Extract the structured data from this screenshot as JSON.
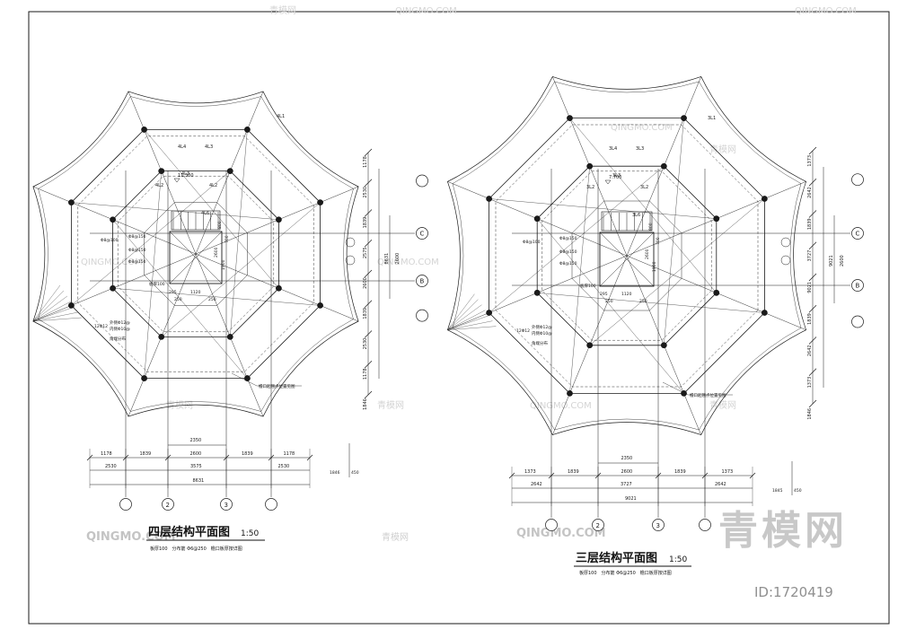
{
  "left_plan": {
    "title": "四层结构平面图",
    "scale": "1:50",
    "note": "板厚100　分布筋 Φ6@250　檐口板厚按详图",
    "top_dims": [
      "1178",
      "2530",
      "1839",
      "2575",
      "2600",
      "1839",
      "2530",
      "1178",
      "1846"
    ],
    "right_total": "8631",
    "right_inner": "2600",
    "bottom_dims_row1": [
      "1178",
      "1839",
      "2600",
      "1839",
      "1178"
    ],
    "bottom_dims_row2": [
      "2530",
      "3575",
      "2530"
    ],
    "bottom_total": "8631",
    "bottom_sub": "2350",
    "bottom_extra": [
      "1846",
      "450"
    ],
    "axis_bottom": [
      "2",
      "3"
    ],
    "axis_right": [
      "C",
      "B"
    ],
    "elevation": "11.300",
    "beam_labels": [
      "4L4",
      "4L3",
      "4L3",
      "4L2",
      "4L2",
      "4L6",
      "4L1"
    ],
    "member_labels": [
      "Φ8@100",
      "Φ8@150",
      "Φ8@150",
      "Φ8@150",
      "板厚100"
    ],
    "center_dims": [
      "800",
      "700",
      "1900",
      "2600",
      "1120",
      "295",
      "250",
      "250"
    ],
    "side_notes": [
      "外侧Φ12@",
      "内侧Φ10@",
      "角端分布",
      "檐口起翘点位置见图"
    ],
    "side_rebar": "12Φ12"
  },
  "right_plan": {
    "title": "三层结构平面图",
    "scale": "1:50",
    "note": "板厚100　分布筋 Φ6@250　檐口板厚按详图",
    "top_dims": [
      "1373",
      "2642",
      "1839",
      "3727",
      "9021",
      "1839",
      "2642",
      "1373",
      "1846"
    ],
    "right_total": "9021",
    "right_inner": "2600",
    "bottom_dims_row1": [
      "1373",
      "1839",
      "2600",
      "1839",
      "1373"
    ],
    "bottom_dims_row2": [
      "2642",
      "3727",
      "2642"
    ],
    "bottom_total": "9021",
    "bottom_sub": "2350",
    "bottom_extra": [
      "1845",
      "450"
    ],
    "axis_bottom": [
      "2",
      "3"
    ],
    "axis_right": [
      "C",
      "B"
    ],
    "elevation": "7.700",
    "beam_labels": [
      "3L4",
      "3L3",
      "3L3",
      "3L2",
      "3L2",
      "3L6",
      "3L1"
    ],
    "member_labels": [
      "Φ8@100",
      "Φ8@150",
      "Φ8@150",
      "Φ8@150",
      "板厚100"
    ],
    "center_dims": [
      "800",
      "700",
      "1900",
      "2600",
      "1120",
      "295",
      "250",
      "250"
    ],
    "side_notes": [
      "外侧Φ12@",
      "内侧Φ10@",
      "角端分布",
      "檐口起翘点位置见图"
    ],
    "side_rebar": "12Φ12"
  },
  "watermarks": {
    "brand_latin": "QINGMO.COM",
    "brand_cn": "青模网",
    "big_logo": "青模网",
    "id_text": "ID:1720419"
  },
  "colors": {
    "line": "#1a1a1a",
    "watermark": "#cfcfcf",
    "id": "#8f8f8f"
  }
}
